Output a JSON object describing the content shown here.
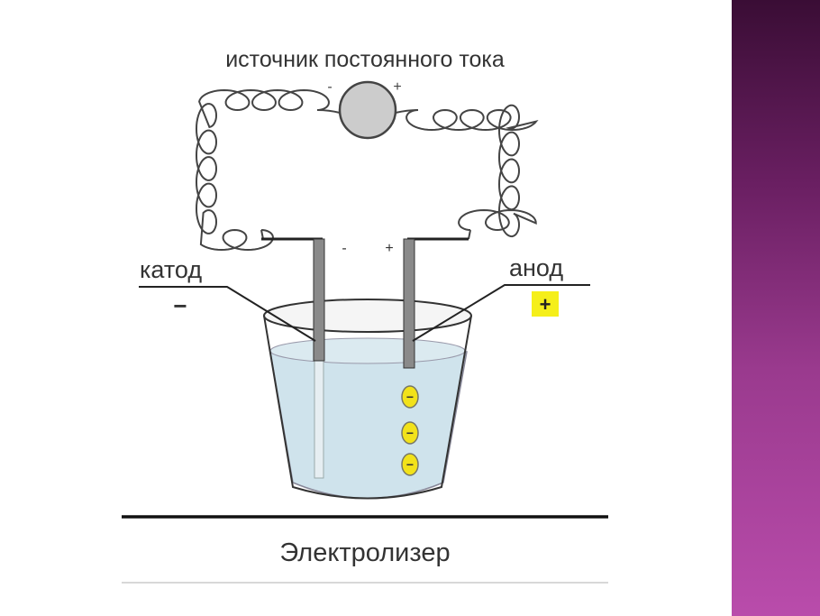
{
  "diagram": {
    "title": "источник постоянного тока",
    "source_minus": "-",
    "source_plus": "+",
    "electrode_minus": "-",
    "electrode_plus": "+",
    "cathode_label": "катод",
    "cathode_sign": "−",
    "anode_label": "анод",
    "anode_sign": "+",
    "ion_sign": "−",
    "caption": "Электролизер"
  },
  "colors": {
    "band_top": "#3a0d35",
    "band_bottom": "#b94cab",
    "water": "#cfe3ec",
    "electrode": "#8a8a8a",
    "source": "#cccccc",
    "ion": "#f2e21a",
    "anode_badge": "#f5ef1a"
  }
}
